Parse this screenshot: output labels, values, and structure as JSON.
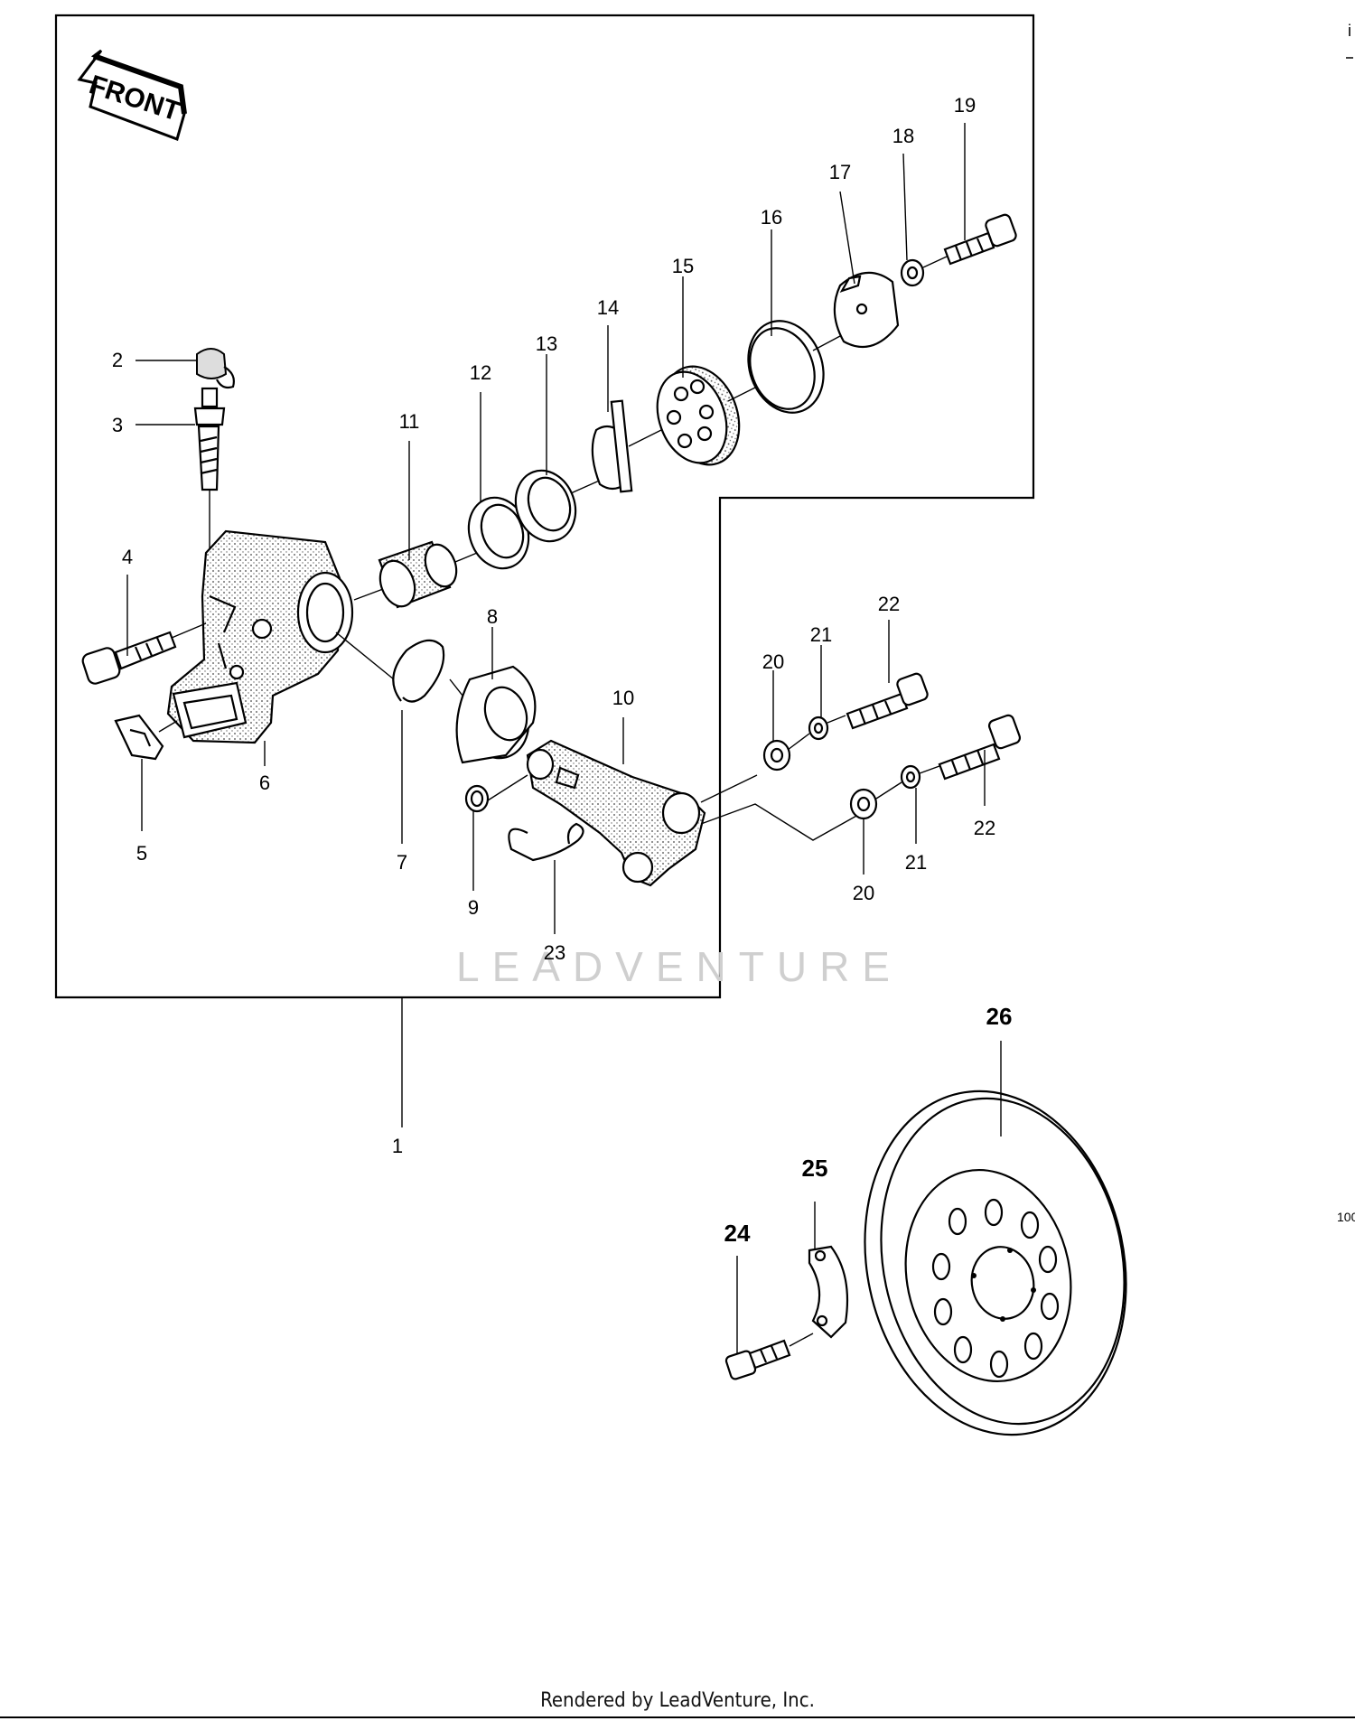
{
  "front_arrow_label": "FRONT",
  "watermark": "LEADVENTURE",
  "footer_text": "Rendered by LeadVenture, Inc.",
  "edge_marks": [
    "i",
    "100"
  ],
  "callouts": {
    "p1": "1",
    "p2": "2",
    "p3": "3",
    "p4": "4",
    "p5": "5",
    "p6": "6",
    "p7": "7",
    "p8": "8",
    "p9": "9",
    "p10": "10",
    "p11": "11",
    "p12": "12",
    "p13": "13",
    "p14": "14",
    "p15": "15",
    "p16": "16",
    "p17": "17",
    "p18": "18",
    "p19": "19",
    "p20a": "20",
    "p20b": "20",
    "p21a": "21",
    "p21b": "21",
    "p22a": "22",
    "p22b": "22",
    "p23": "23",
    "p24": "24",
    "p25": "25",
    "p26": "26"
  }
}
